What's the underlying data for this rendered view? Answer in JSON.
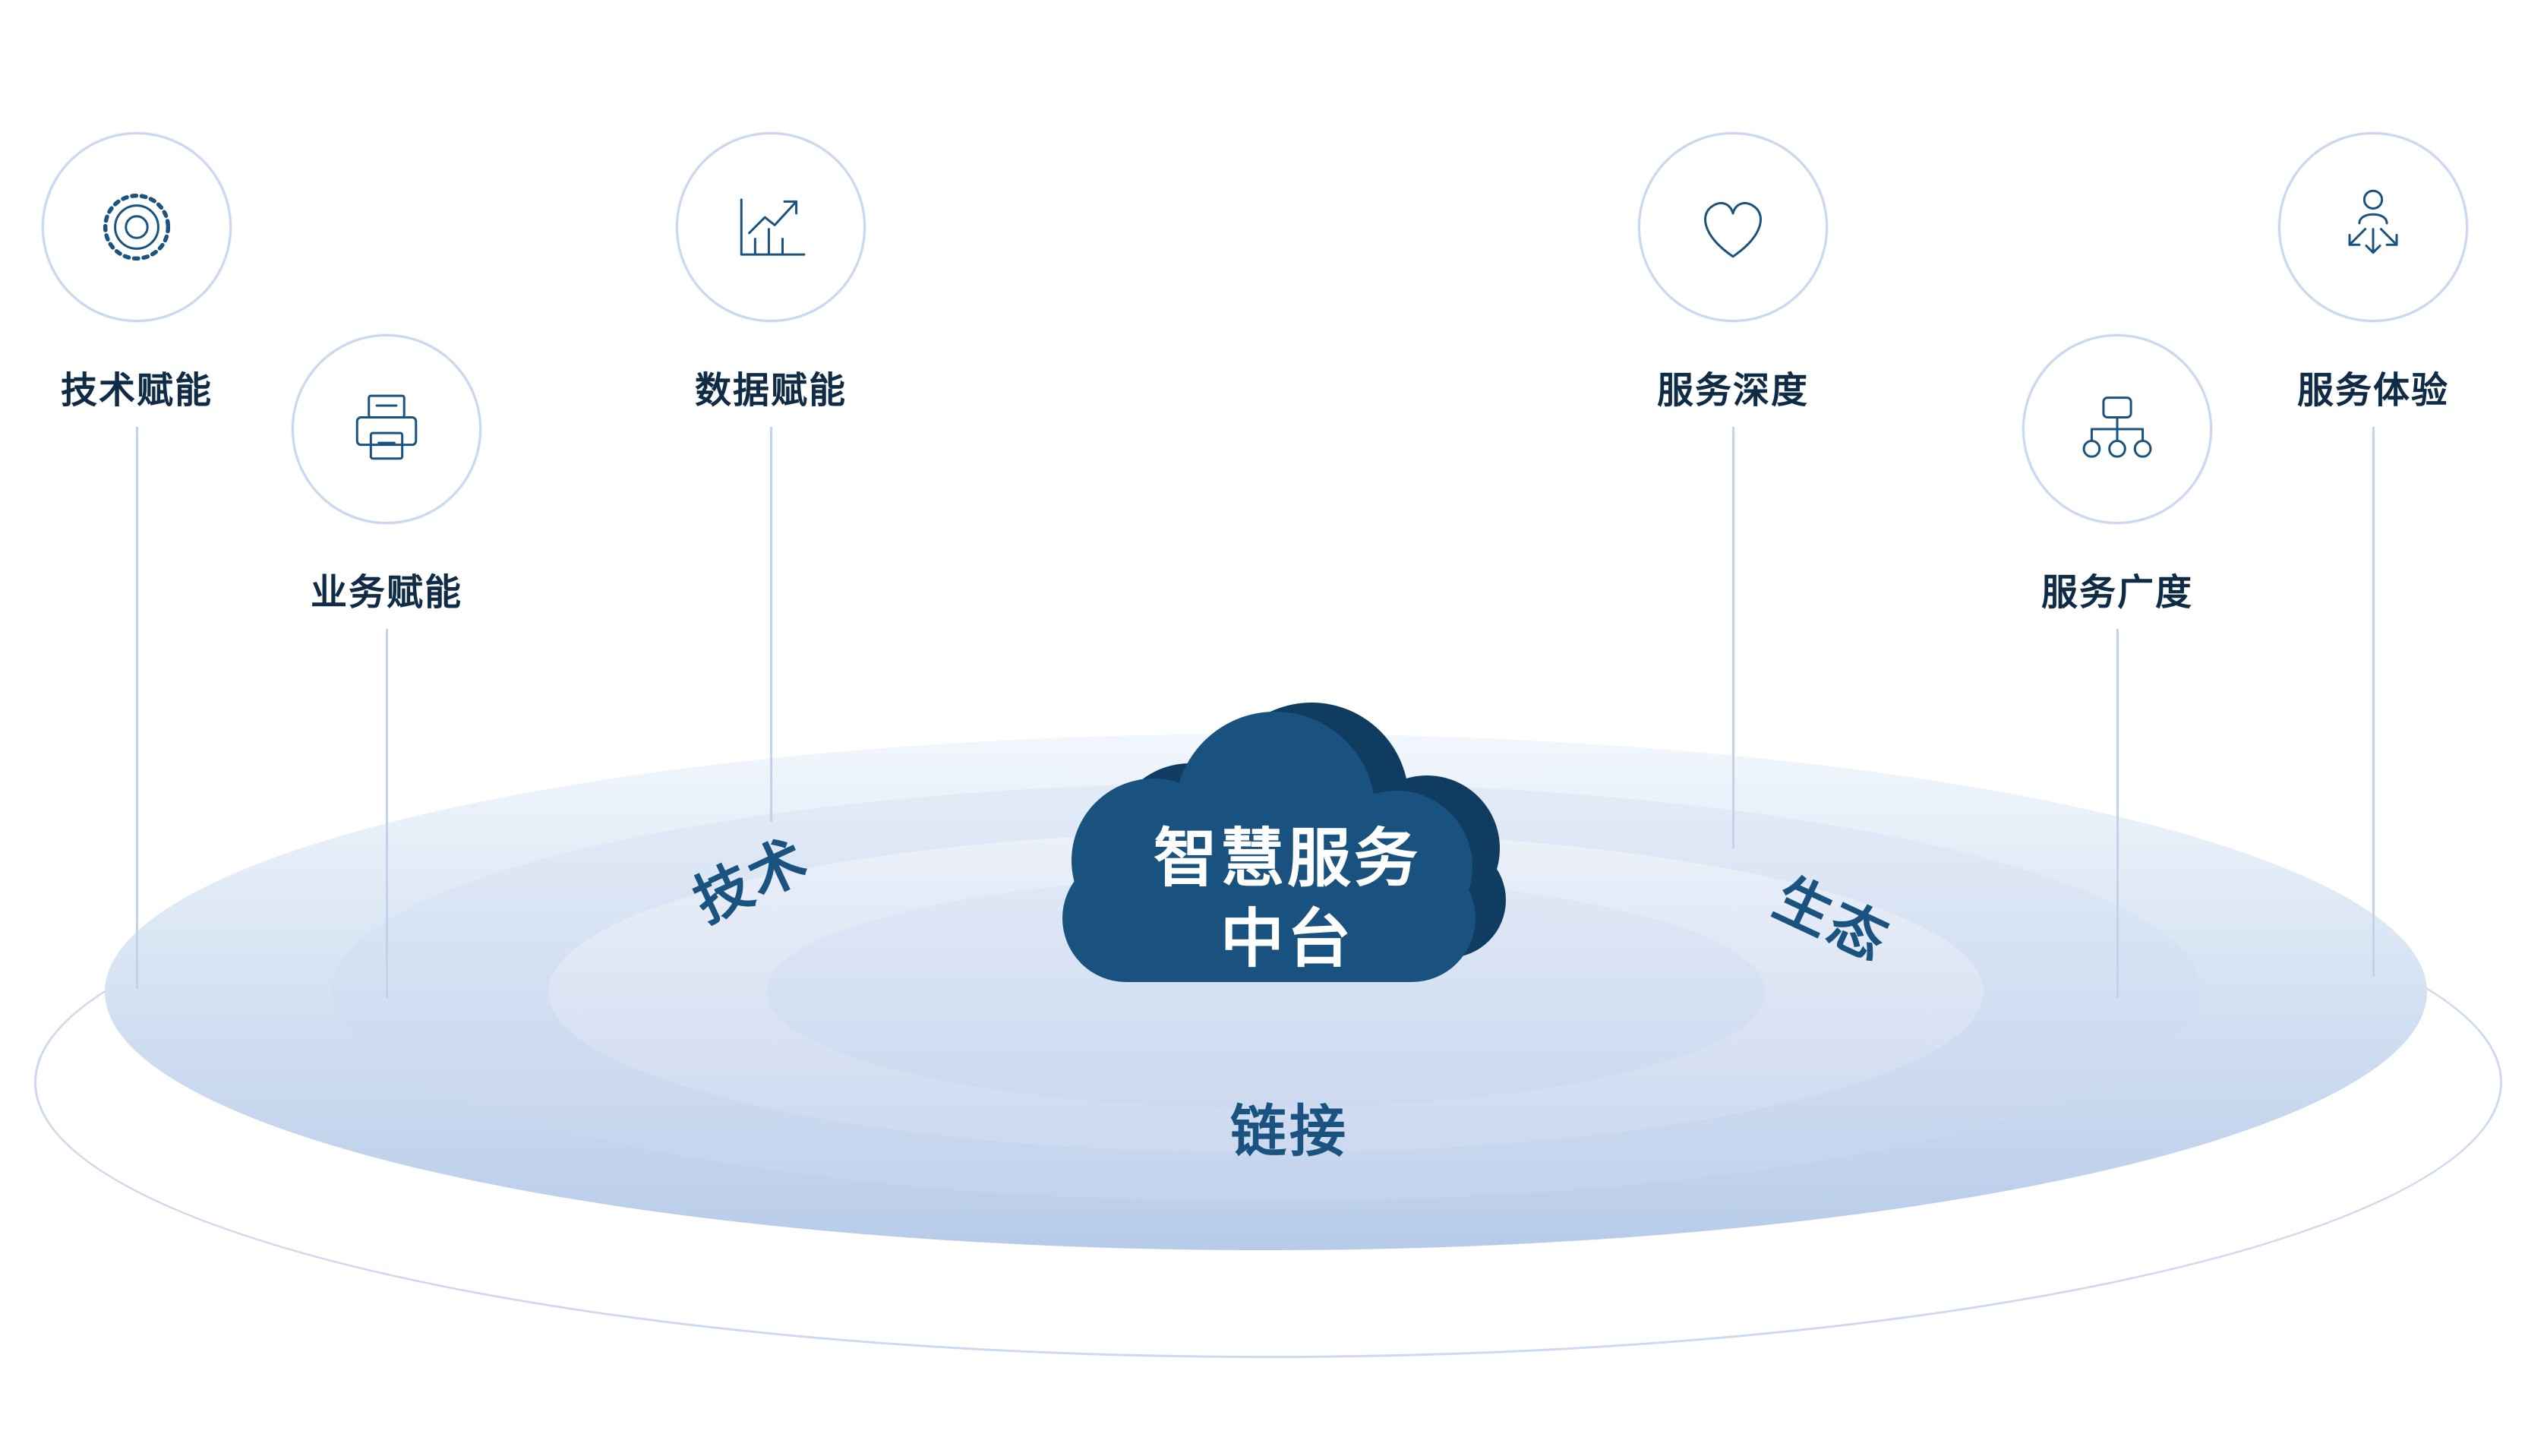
{
  "diagram": {
    "cloud": {
      "line1": "智慧服务",
      "line2": "中台"
    },
    "orbit_words": {
      "tech": "技术",
      "ecosystem": "生态",
      "link": "链接"
    },
    "nodes": [
      {
        "label": "技术赋能",
        "icon": "gear-icon"
      },
      {
        "label": "业务赋能",
        "icon": "printer-icon"
      },
      {
        "label": "数据赋能",
        "icon": "bar-chart-growth-icon"
      },
      {
        "label": "服务深度",
        "icon": "heart-icon"
      },
      {
        "label": "服务广度",
        "icon": "sitemap-icon"
      },
      {
        "label": "服务体验",
        "icon": "person-directions-icon"
      }
    ]
  },
  "colors": {
    "primary": "#1a537f",
    "text_dark": "#102b45",
    "ring": "#c9d8ee",
    "line": "#c3d2e8",
    "cloud_fill": "#19527e",
    "cloud_shadow": "#103c61",
    "disc_rim": "#b7cbe9",
    "outline_stroke": "#cdd9ee"
  }
}
